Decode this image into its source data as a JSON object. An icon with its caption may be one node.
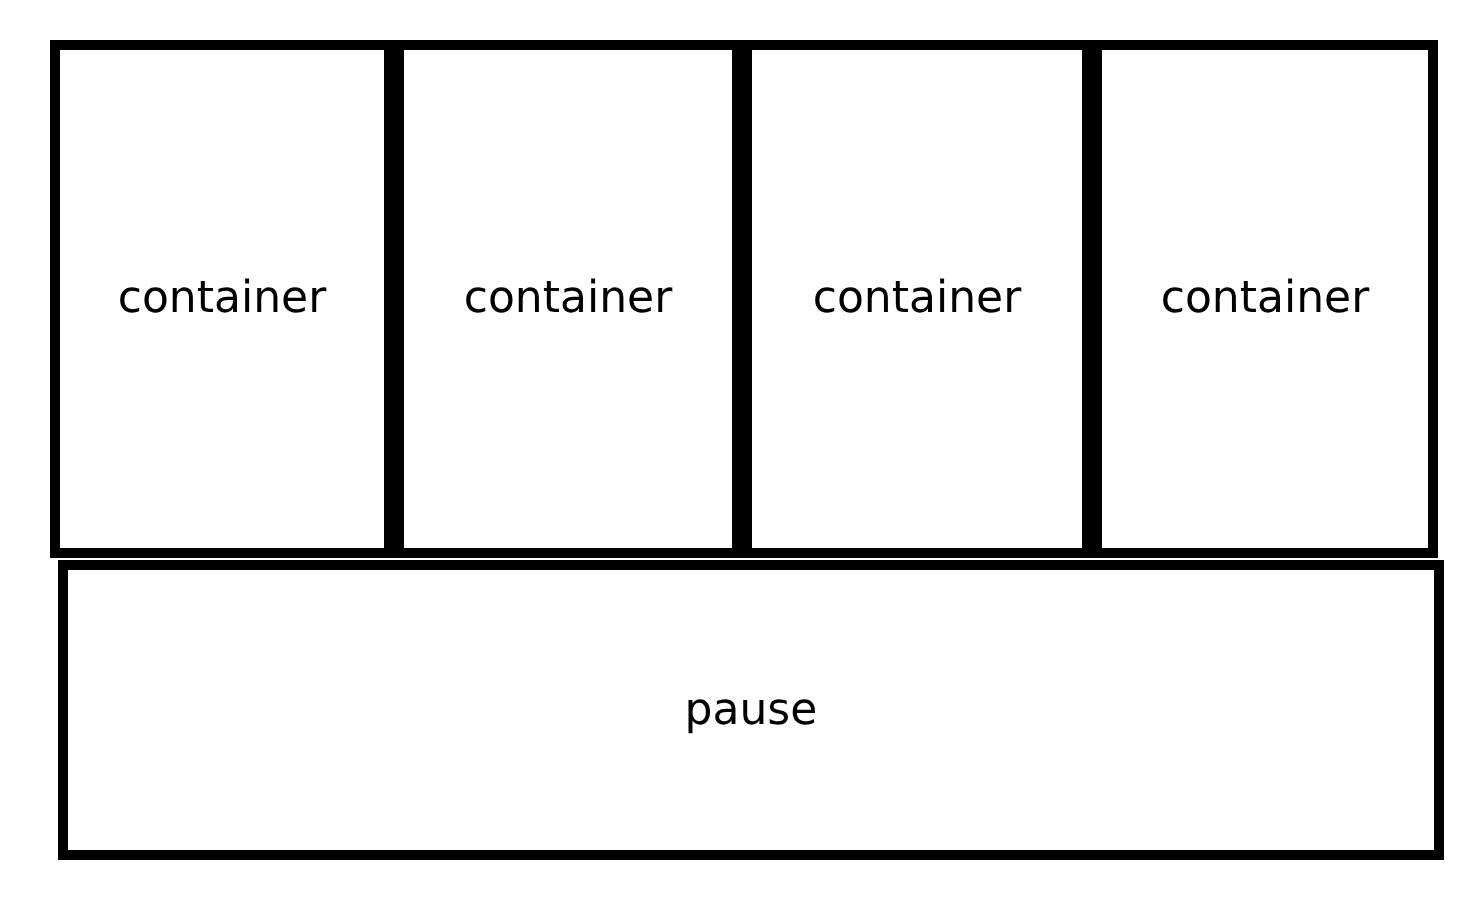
{
  "diagram": {
    "nodes": [
      {
        "text": [
          "container"
        ]
      },
      {
        "text": [
          "container"
        ]
      },
      {
        "text": [
          "container"
        ]
      },
      {
        "text": [
          "container"
        ]
      },
      {
        "text": [
          "pause"
        ]
      }
    ]
  }
}
